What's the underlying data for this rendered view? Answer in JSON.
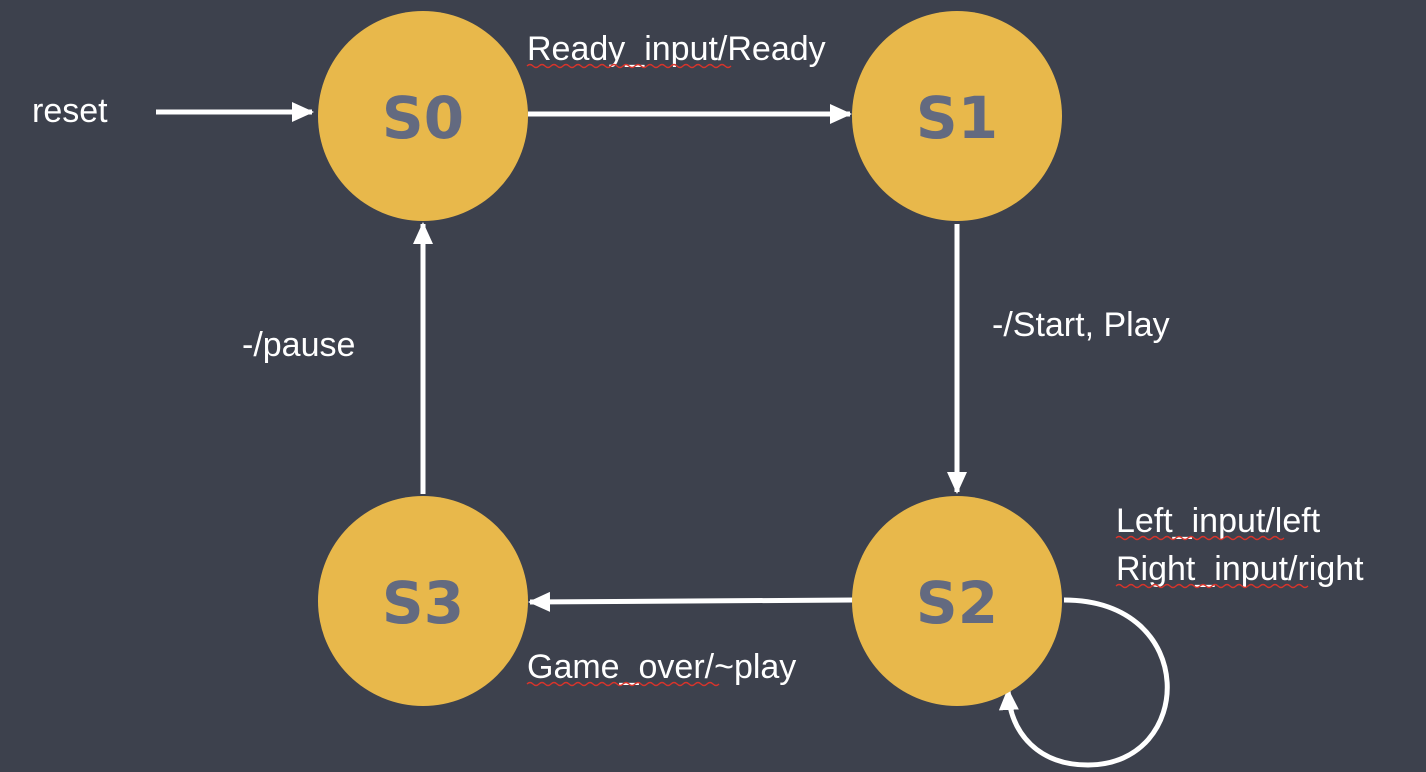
{
  "colors": {
    "background": "#3d414d",
    "node_fill": "#e8b84b",
    "node_text": "#636a80",
    "arrow": "#ffffff",
    "label_text": "#ffffff",
    "spell_underline": "#d9342b"
  },
  "states": {
    "s0": "S0",
    "s1": "S1",
    "s2": "S2",
    "s3": "S3"
  },
  "labels": {
    "reset": "reset",
    "s0_to_s1": "Ready_input/Ready",
    "s1_to_s2": "-/Start, Play",
    "s2_to_s3": "Game_over/~play",
    "s3_to_s0": "-/pause",
    "s2_self_left": "Left_input/left",
    "s2_self_right": "Right_input/right"
  }
}
